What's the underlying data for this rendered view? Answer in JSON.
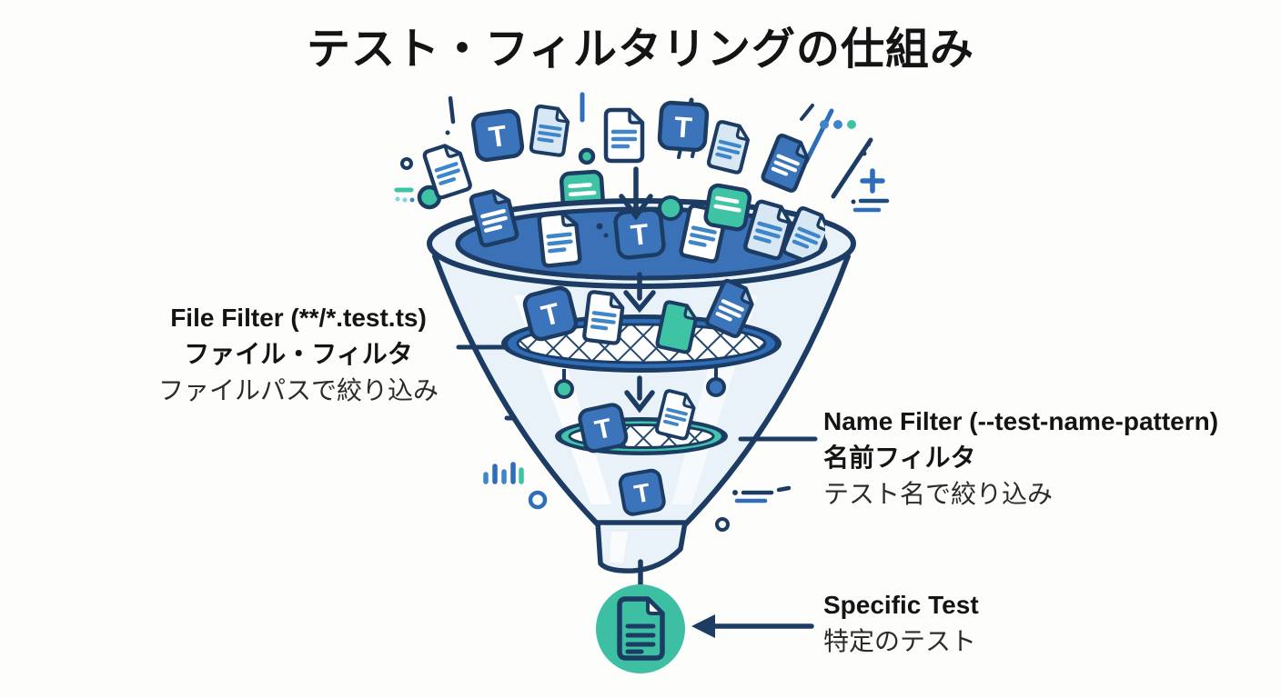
{
  "title": "テスト・フィルタリングの仕組み",
  "labels": {
    "file_filter": {
      "heading": "File Filter (**/*.test.ts)",
      "name_ja": "ファイル・フィルタ",
      "description_ja": "ファイルパスで絞り込み"
    },
    "name_filter": {
      "heading": "Name Filter (--test-name-pattern)",
      "name_ja": "名前フィルタ",
      "description_ja": "テスト名で絞り込み"
    },
    "specific_test": {
      "heading": "Specific Test",
      "name_ja": "特定のテスト"
    }
  },
  "illustration": {
    "t_file_letter": "T",
    "colors": {
      "outline_navy": "#1d3c63",
      "pool_blue": "#3b72b7",
      "file_blue": "#3b74ba",
      "file_light_blue": "#d7e7f4",
      "file_green": "#3ec4a4",
      "funnel_body": "#e9f2f9",
      "filter1_rim_blue": "#2e6db8",
      "filter2_rim_teal": "#42c3ab",
      "result_circle_teal": "#3dbfa4",
      "accent_blue": "#3f86c9",
      "text_black": "#141414",
      "background": "#fdfdfc"
    }
  }
}
